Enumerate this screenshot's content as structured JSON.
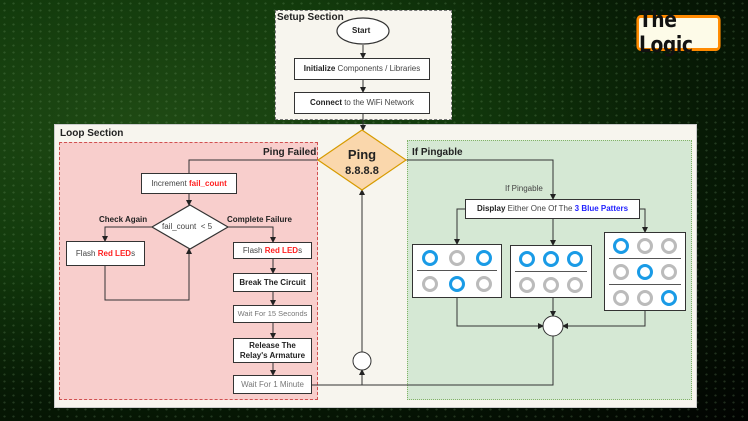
{
  "badge": "The Logic",
  "setup": {
    "title": "Setup Section",
    "start": "Start",
    "init": {
      "bold": "Initialize",
      "rest": " Components / Libraries"
    },
    "connect": {
      "bold": "Connect",
      "rest": " to the WiFi Network"
    }
  },
  "loop": {
    "title": "Loop Section",
    "ping": {
      "line1": "Ping",
      "line2": "8.8.8.8"
    },
    "failed": {
      "title": "Ping Failed",
      "increment": {
        "pre": "Increment ",
        "red": "fail_count"
      },
      "condition": "fail_count  < 5",
      "check_again": "Check Again",
      "complete_failure": "Complete Failure",
      "flash_left": {
        "pre": "Flash ",
        "red": "Red LED",
        "post": "s"
      },
      "flash_right": {
        "pre": "Flash ",
        "red": "Red LED",
        "post": "s"
      },
      "break": "Break The Circuit",
      "wait15": "Wait For 15 Seconds",
      "release": {
        "line1": "Release The",
        "line2": "Relay's Armature"
      },
      "wait1": "Wait For 1 Minute"
    },
    "pingable": {
      "title": "If Pingable",
      "edge_label": "If Pingable",
      "display": {
        "bold": "Display",
        "rest": " Either One Of The ",
        "blue": "3 Blue Patters"
      },
      "patterns": [
        [
          [
            1,
            0,
            1
          ],
          [
            0,
            1,
            0
          ]
        ],
        [
          [
            1,
            1,
            1
          ],
          [
            0,
            0,
            0
          ]
        ],
        [
          [
            1,
            0,
            0
          ],
          [
            0,
            1,
            0
          ],
          [
            0,
            0,
            1
          ]
        ]
      ],
      "colors": {
        "on": "#1a9be6",
        "off": "#bbbbbb"
      }
    }
  },
  "colors": {
    "failed_bg": "#f8cecc",
    "pingable_bg": "#d5e8d4",
    "ping_fill": "#fad7ac",
    "badge_border": "#ff8a00"
  }
}
